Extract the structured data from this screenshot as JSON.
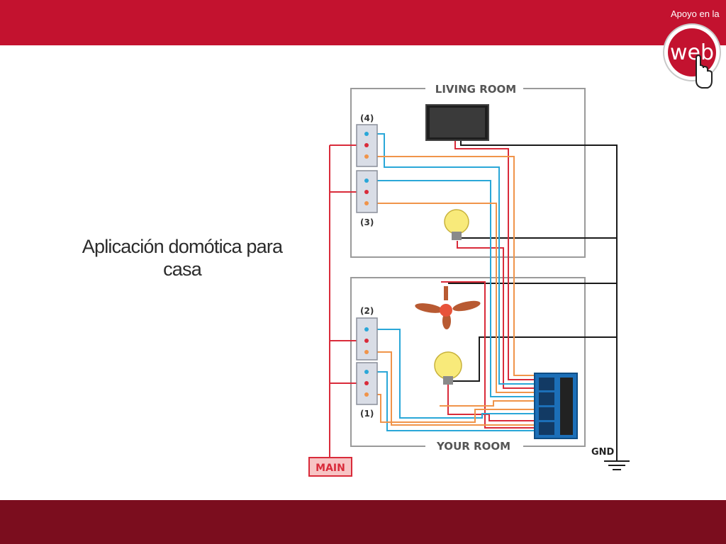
{
  "header": {
    "brand_caption": "Apoyo en la",
    "logo_text": "web"
  },
  "slide": {
    "title_line1": "Aplicación domótica para",
    "title_line2": "casa"
  },
  "diagram": {
    "living_room": "LIVING ROOM",
    "your_room": "YOUR ROOM",
    "switch_4": "(4)",
    "switch_3": "(3)",
    "switch_2": "(2)",
    "switch_1": "(1)",
    "main": "MAIN",
    "gnd": "GND",
    "colors": {
      "live": "#d92b3a",
      "relay_signal": "#2aa7d8",
      "load": "#f0944a",
      "ground": "#1a1a1a",
      "relay_board": "#1c6fb8"
    }
  }
}
